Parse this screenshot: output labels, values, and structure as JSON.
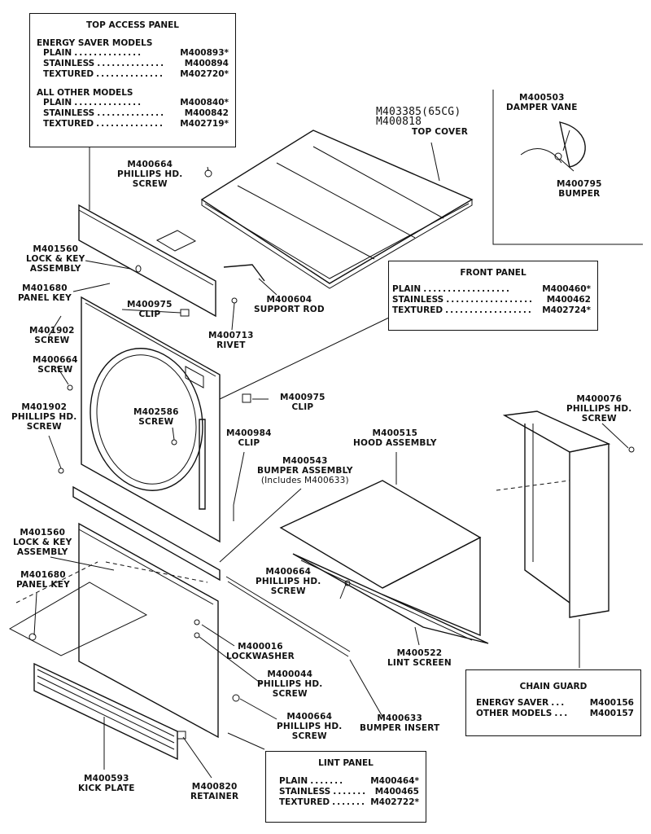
{
  "top_access_panel": {
    "title": "TOP ACCESS PANEL",
    "groups": [
      {
        "name": "ENERGY SAVER MODELS",
        "rows": [
          {
            "label": "PLAIN",
            "part": "M400893*"
          },
          {
            "label": "STAINLESS",
            "part": "M400894"
          },
          {
            "label": "TEXTURED",
            "part": "M402720*"
          }
        ]
      },
      {
        "name": "ALL OTHER MODELS",
        "rows": [
          {
            "label": "PLAIN",
            "part": "M400840*"
          },
          {
            "label": "STAINLESS",
            "part": "M400842"
          },
          {
            "label": "TEXTURED",
            "part": "M402719*"
          }
        ]
      }
    ]
  },
  "front_panel": {
    "title": "FRONT PANEL",
    "rows": [
      {
        "label": "PLAIN",
        "part": "M400460*"
      },
      {
        "label": "STAINLESS",
        "part": "M400462"
      },
      {
        "label": "TEXTURED",
        "part": "M402724*"
      }
    ]
  },
  "chain_guard": {
    "title": "CHAIN GUARD",
    "rows": [
      {
        "label": "ENERGY SAVER",
        "part": "M400156"
      },
      {
        "label": "OTHER MODELS",
        "part": "M400157"
      }
    ]
  },
  "lint_panel": {
    "title": "LINT PANEL",
    "rows": [
      {
        "label": "PLAIN",
        "part": "M400464*"
      },
      {
        "label": "STAINLESS",
        "part": "M400465"
      },
      {
        "label": "TEXTURED",
        "part": "M402722*"
      }
    ]
  },
  "top_cover": {
    "part1": "M403385(65CG)",
    "part2": "M400818",
    "name": "TOP COVER"
  },
  "callouts": {
    "damper_vane": {
      "part": "M400503",
      "name": "DAMPER VANE"
    },
    "bumper": {
      "part": "M400795",
      "name": "BUMPER"
    },
    "screw_top": {
      "part": "M400664",
      "name1": "PHILLIPS HD.",
      "name2": "SCREW"
    },
    "lock_key_top": {
      "part": "M401560",
      "name1": "LOCK & KEY",
      "name2": "ASSEMBLY"
    },
    "panel_key_top": {
      "part": "M401680",
      "name": "PANEL KEY"
    },
    "support_rod": {
      "part": "M400604",
      "name": "SUPPORT ROD"
    },
    "clip_top": {
      "part": "M400975",
      "name": "CLIP"
    },
    "rivet": {
      "part": "M400713",
      "name": "RIVET"
    },
    "screw_1902a": {
      "part": "M401902",
      "name": "SCREW"
    },
    "screw_664a": {
      "part": "M400664",
      "name": "SCREW"
    },
    "clip_975": {
      "part": "M400975",
      "name": "CLIP"
    },
    "screw_1902b": {
      "part": "M401902",
      "name1": "PHILLIPS HD.",
      "name2": "SCREW"
    },
    "screw_2586": {
      "part": "M402586",
      "name": "SCREW"
    },
    "clip_984": {
      "part": "M400984",
      "name": "CLIP"
    },
    "hood": {
      "part": "M400515",
      "name": "HOOD ASSEMBLY"
    },
    "bumper_assembly": {
      "part": "M400543",
      "name": "BUMPER ASSEMBLY",
      "note": "(Includes M400633)"
    },
    "screw_076": {
      "part": "M400076",
      "name1": "PHILLIPS HD.",
      "name2": "SCREW"
    },
    "lock_key_bottom": {
      "part": "M401560",
      "name1": "LOCK & KEY",
      "name2": "ASSEMBLY"
    },
    "panel_key_bottom": {
      "part": "M401680",
      "name": "PANEL KEY"
    },
    "screw_664_hood": {
      "part": "M400664",
      "name1": "PHILLIPS HD.",
      "name2": "SCREW"
    },
    "lockwasher": {
      "part": "M400016",
      "name": "LOCKWASHER"
    },
    "lint_screen": {
      "part": "M400522",
      "name": "LINT SCREEN"
    },
    "screw_044": {
      "part": "M400044",
      "name1": "PHILLIPS HD.",
      "name2": "SCREW"
    },
    "bumper_insert": {
      "part": "M400633",
      "name": "BUMPER INSERT"
    },
    "screw_664_bottom": {
      "part": "M400664",
      "name1": "PHILLIPS HD.",
      "name2": "SCREW"
    },
    "kick_plate": {
      "part": "M400593",
      "name": "KICK PLATE"
    },
    "retainer": {
      "part": "M400820",
      "name": "RETAINER"
    }
  }
}
